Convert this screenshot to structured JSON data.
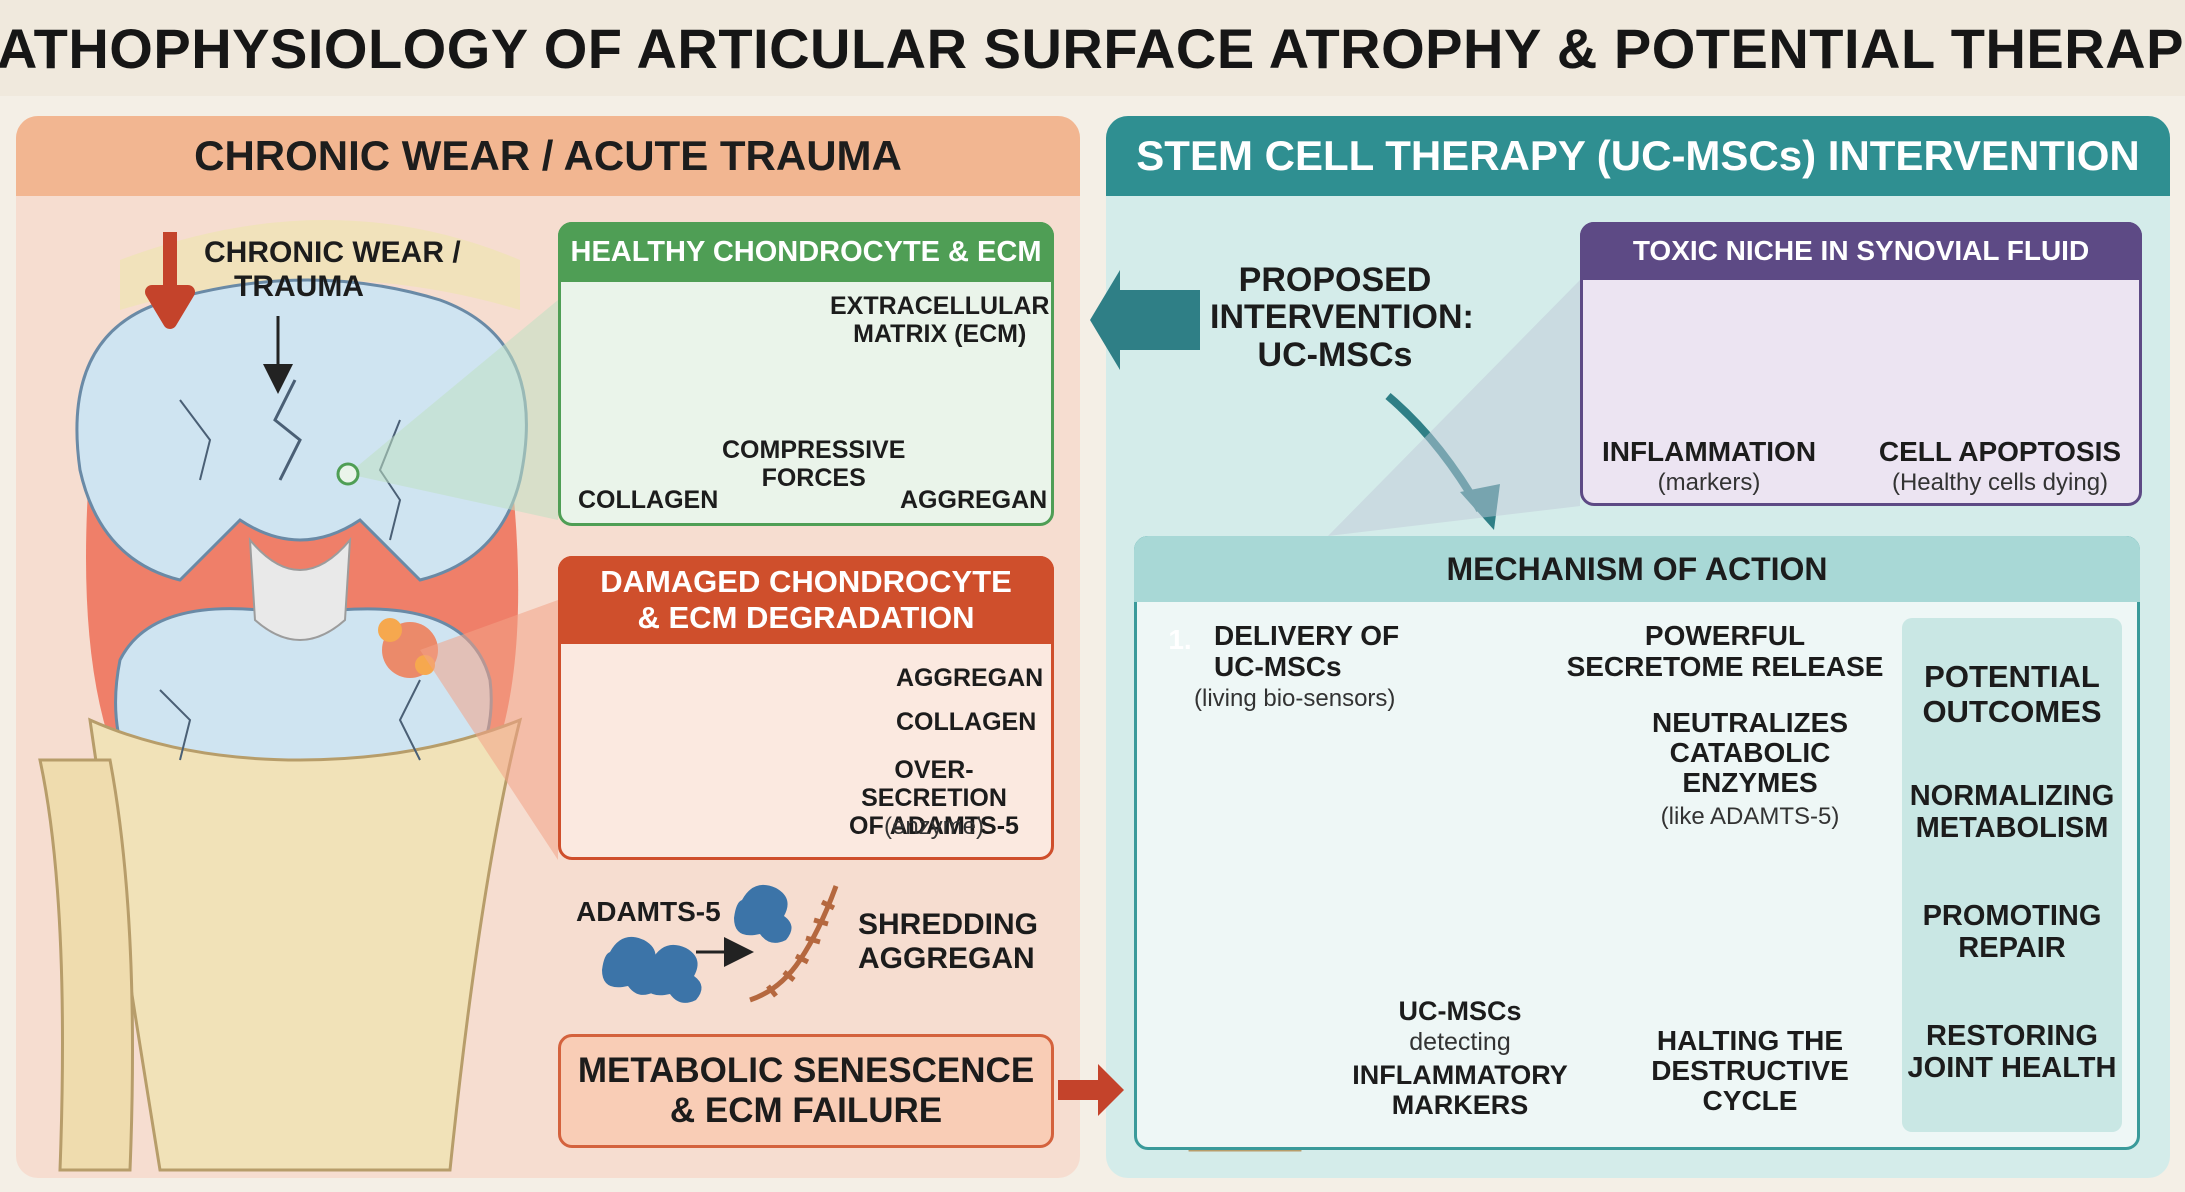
{
  "title": "PATHOPHYSIOLOGY OF ARTICULAR SURFACE ATROPHY & POTENTIAL THERAPY",
  "left": {
    "header": "CHRONIC WEAR / ACUTE TRAUMA",
    "trauma_label": [
      "CHRONIC WEAR /",
      "TRAUMA"
    ],
    "healthy": {
      "title": "HEALTHY CHONDROCYTE & ECM",
      "ecm": [
        "EXTRACELLULAR",
        "MATRIX (ECM)"
      ],
      "forces": [
        "COMPRESSIVE",
        "FORCES"
      ],
      "collagen": "COLLAGEN",
      "aggrecan": "AGGREGAN"
    },
    "damaged": {
      "title": [
        "DAMAGED CHONDROCYTE",
        "& ECM DEGRADATION"
      ],
      "aggrecan": "AGGREGAN",
      "collagen": "COLLAGEN",
      "oversecretion": [
        "OVER-SECRETION",
        "OF ADAMTS-5"
      ],
      "enzyme": "(enzyme)"
    },
    "adamts": "ADAMTS-5",
    "shredding": [
      "SHREDDING",
      "AGGREGAN"
    ],
    "senescence": [
      "METABOLIC SENESCENCE",
      "& ECM FAILURE"
    ]
  },
  "right": {
    "header": "STEM CELL THERAPY (UC-MSCs) INTERVENTION",
    "proposed": [
      "PROPOSED",
      "INTERVENTION:",
      "UC-MSCs"
    ],
    "toxic": {
      "title": "TOXIC NICHE IN SYNOVIAL FLUID",
      "inflammation": "INFLAMMATION",
      "inflammation_sub": "(markers)",
      "apoptosis": "CELL APOPTOSIS",
      "apoptosis_sub": "(Healthy cells dying)"
    },
    "mechanism": {
      "title": "MECHANISM OF ACTION",
      "step_number": "1.",
      "delivery": [
        "DELIVERY OF",
        "UC-MSCs"
      ],
      "delivery_sub": "(living bio-sensors)",
      "secretome": [
        "POWERFUL",
        "SECRETOME RELEASE"
      ],
      "neutralizes": [
        "NEUTRALIZES",
        "CATABOLIC",
        "ENZYMES"
      ],
      "neutralizes_sub": "(like ADAMTS-5)",
      "detecting_a": "UC-MSCs",
      "detecting_b": "detecting",
      "detecting_c": [
        "INFLAMMATORY",
        "MARKERS"
      ],
      "halting": [
        "HALTING THE",
        "DESTRUCTIVE",
        "CYCLE"
      ]
    },
    "outcomes": {
      "title": [
        "POTENTIAL",
        "OUTCOMES"
      ],
      "items": [
        [
          "NORMALIZING",
          "METABOLISM"
        ],
        [
          "PROMOTING",
          "REPAIR"
        ],
        [
          "RESTORING",
          "JOINT HEALTH"
        ]
      ]
    }
  },
  "colors": {
    "left_header": "#f2b691",
    "right_header": "#2f8f91",
    "healthy": "#4f9e55",
    "damaged": "#cf4f2c",
    "toxic": "#5d4a85",
    "arrow_teal": "#2f7f86",
    "arrow_red": "#c4432b"
  }
}
